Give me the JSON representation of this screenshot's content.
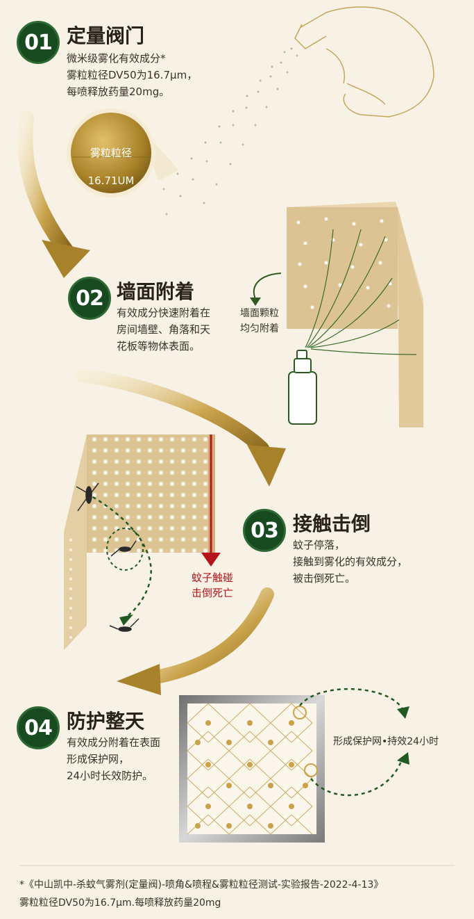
{
  "steps": [
    {
      "num": "01",
      "title": "定量阀门",
      "desc": "微米级雾化有效成分*\n雾粒粒径DV50为16.7μm，\n每喷释放药量20mg。"
    },
    {
      "num": "02",
      "title": "墙面附着",
      "desc": "有效成分快速附着在\n房间墙壁、角落和天\n花板等物体表面。"
    },
    {
      "num": "03",
      "title": "接触击倒",
      "desc": "蚊子停落，\n接触到雾化的有效成分，\n被击倒死亡。"
    },
    {
      "num": "04",
      "title": "防护整天",
      "desc": "有效成分附着在表面\n形成保护网，\n24小时长效防护。"
    }
  ],
  "labels": {
    "droplet_line1": "雾粒粒径",
    "droplet_line2": "16.71UM",
    "wall_particles": "墙面颗粒\n均匀附着",
    "mosquito_contact": "蚊子触碰\n击倒死亡",
    "protection_net": "形成保护网•持效24小时"
  },
  "footnote": {
    "line1": "*《中山凯中-杀蚊气雾剂(定量阀)-喷角&喷程&雾粒粒径测试-实验报告-2022-4-13》",
    "line2": "雾粒粒径DV50为16.7μm.每喷释放药量20mg"
  },
  "colors": {
    "background": "#f8f2e6",
    "badge_green": "#184a1f",
    "gold": "#b08c2e",
    "wall": "#e4cfa4",
    "red_arrow": "#b3151a",
    "dash_green": "#1f5a22"
  }
}
